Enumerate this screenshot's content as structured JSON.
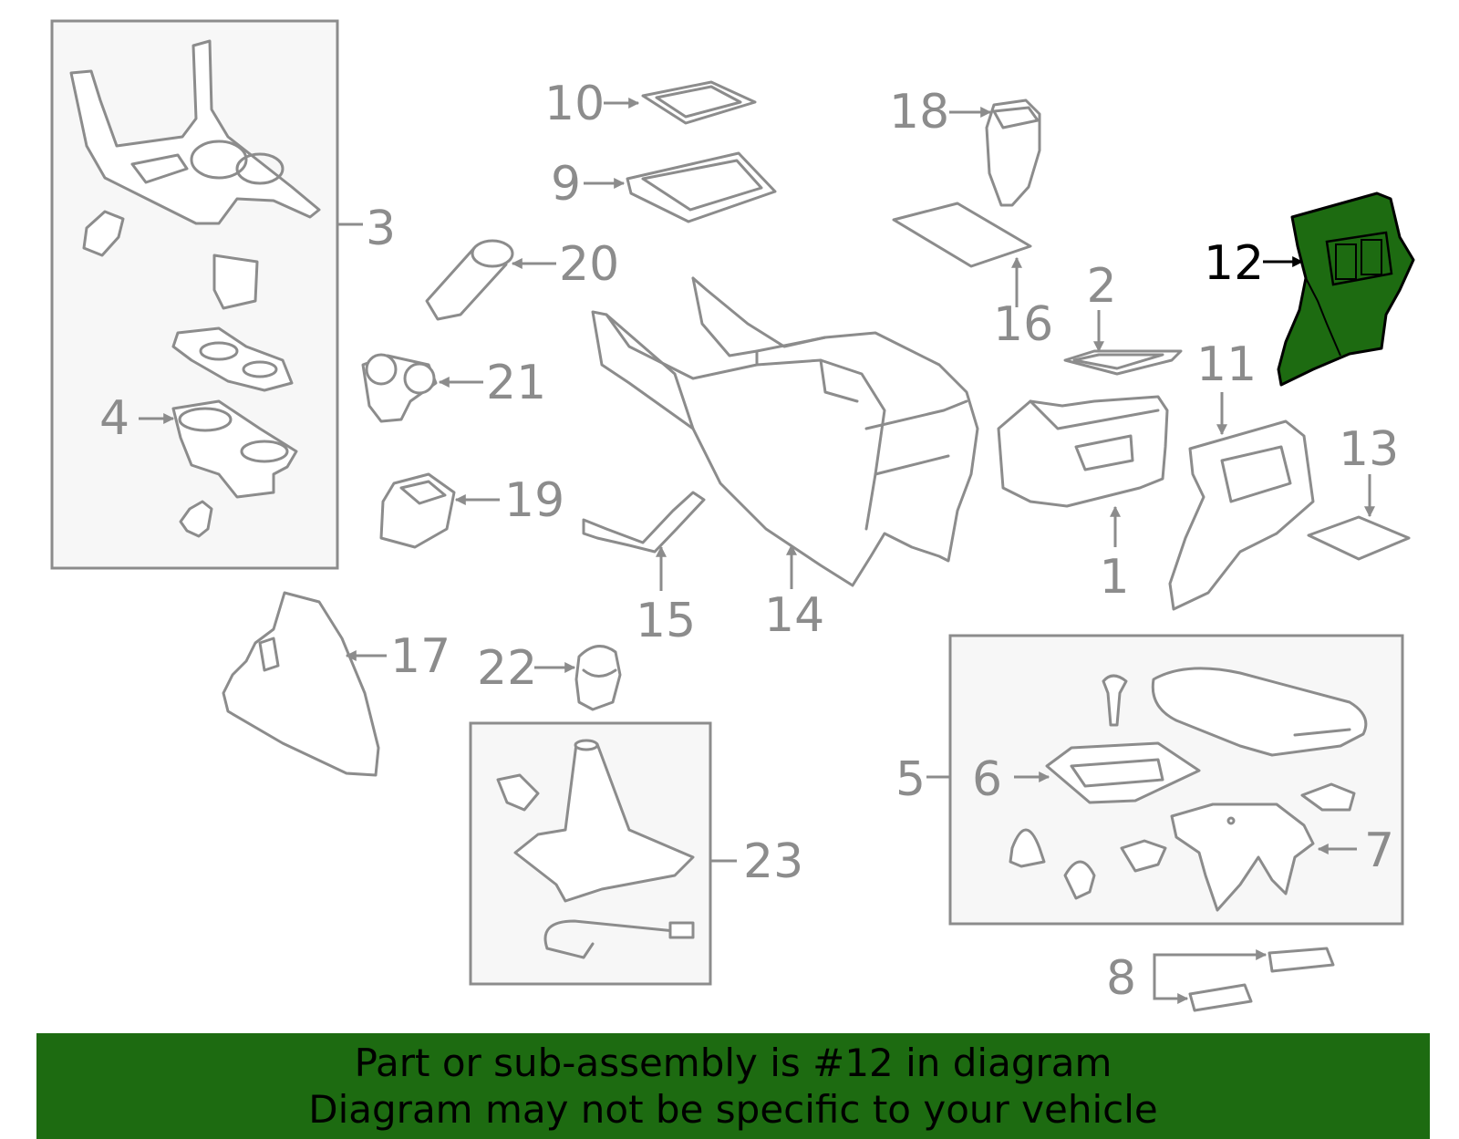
{
  "highlight_color": "#1d6b11",
  "callouts": {
    "c1": "1",
    "c2": "2",
    "c3": "3",
    "c4": "4",
    "c5": "5",
    "c6": "6",
    "c7": "7",
    "c8": "8",
    "c9": "9",
    "c10": "10",
    "c11": "11",
    "c12": "12",
    "c13": "13",
    "c14": "14",
    "c15": "15",
    "c16": "16",
    "c17": "17",
    "c18": "18",
    "c19": "19",
    "c20": "20",
    "c21": "21",
    "c22": "22",
    "c23": "23"
  },
  "highlighted_part": "12",
  "banner": {
    "line1": "Part or sub-assembly is #12 in diagram",
    "line2": "Diagram may not be specific to your vehicle"
  }
}
